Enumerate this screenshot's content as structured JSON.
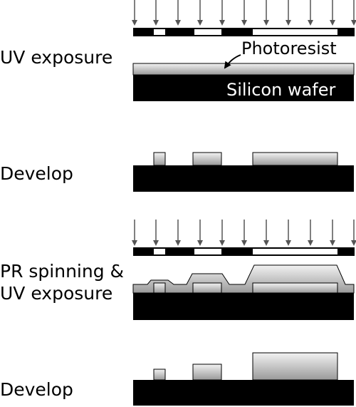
{
  "steps": [
    {
      "label_lines": [
        "UV exposure"
      ]
    },
    {
      "label_lines": [
        "Develop"
      ]
    },
    {
      "label_lines": [
        "PR spinning &",
        "UV exposure"
      ]
    },
    {
      "label_lines": [
        "Develop"
      ]
    }
  ],
  "annotations": {
    "photoresist": "Photoresist",
    "silicon_wafer": "Silicon wafer"
  },
  "colors": {
    "wafer": "#000000",
    "photoresist_light": "#f2f2f2",
    "photoresist_dark": "#9a9a9a",
    "arrow": "#555555",
    "mask_opaque": "#000000",
    "mask_clear": "#ffffff"
  }
}
